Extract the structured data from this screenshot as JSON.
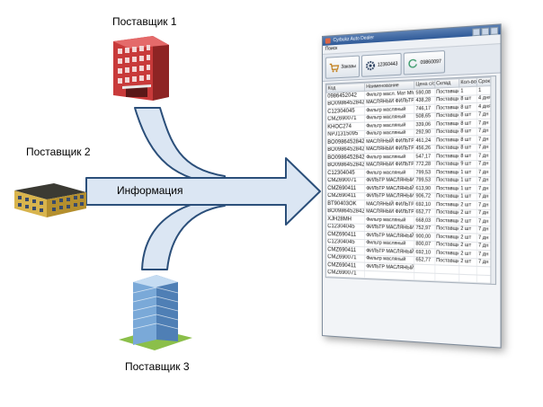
{
  "suppliers": {
    "s1": "Поставщик 1",
    "s2": "Поставщик 2",
    "s3": "Поставщик 3"
  },
  "arrow_label": "Информация",
  "colors": {
    "arrow_fill": "#dbe6f3",
    "arrow_stroke": "#2b4f7a",
    "brick": "#c83a3a",
    "house": "#c9a84a",
    "office": "#6f9fd2",
    "window_title": "#2f5a98"
  },
  "app": {
    "title": "Cyrbukz Auto Dealer",
    "menu": "Поиск",
    "toolbar": [
      {
        "label": "Заказы",
        "icon": "cart-icon"
      },
      {
        "label": "12360443",
        "icon": "gear-icon"
      },
      {
        "label": "09860097",
        "icon": "refresh-icon"
      }
    ],
    "columns": [
      "Код",
      "Наименование",
      "Цена с/с",
      "Склад",
      "Кол-во",
      "Срок п."
    ],
    "rows": [
      [
        "0986452042",
        "Фильтр масл. Мат Мfu",
        "590,08",
        "Поставщик 1",
        "1",
        "1"
      ],
      [
        "BO0986452842",
        "МАСЛЯНЫЙ ФИЛЬТР",
        "438,28",
        "Поставщик 1",
        "8 шт",
        "4 дня"
      ],
      [
        "C12304045",
        "Фильтр масляный",
        "746,17",
        "Поставщик 2",
        "8 шт",
        "4 дня"
      ],
      [
        "CMZ690071",
        "Фильтр масляный",
        "508,65",
        "Поставщик 2",
        "8 шт",
        "7 дн"
      ],
      [
        "KHOC274",
        "Фильтр масляный",
        "339,06",
        "Поставщик 3",
        "8 шт",
        "7 дн"
      ],
      [
        "NPJ1315095",
        "Фильтр масляный",
        "292,90",
        "Поставщик 1",
        "8 шт",
        "7 дн"
      ],
      [
        "BO0986452842",
        "МАСЛЯНЫЙ ФИЛЬТР",
        "461,24",
        "Поставщик 3",
        "8 шт",
        "7 дн"
      ],
      [
        "BO0986452842",
        "МАСЛЯНЫЙ ФИЛЬТР",
        "456,26",
        "Поставщик 3",
        "8 шт",
        "7 дн"
      ],
      [
        "BO0986452842",
        "Фильтр масляный",
        "547,17",
        "Поставщик 3",
        "8 шт",
        "7 дн"
      ],
      [
        "BO0986452842",
        "МАСЛЯНЫЙ ФИЛЬТР",
        "772,28",
        "Поставщик 2",
        "9 шт",
        "7 дн"
      ],
      [
        "C12304045",
        "Фильтр масляный",
        "799,53",
        "Поставщик 2",
        "1 шт",
        "7 дн"
      ],
      [
        "CMZ690071",
        "ФИЛЬТР МАСЛЯНЫЙ",
        "799,53",
        "Поставщик 2",
        "1 шт",
        "7 дн"
      ],
      [
        "CMZ690411",
        "ФИЛЬТР МАСЛЯНЫЙ",
        "613,90",
        "Поставщик 2",
        "1 шт",
        "7 дн"
      ],
      [
        "CMZ690411",
        "ФИЛЬТР МАСЛЯНЫЙ",
        "906,72",
        "Поставщик 3",
        "1 шт",
        "7 дн"
      ],
      [
        "BT90403OK",
        "МАСЛЯНЫЙ ФИЛЬТР",
        "692,10",
        "Поставщик 3",
        "2 шт",
        "7 дн"
      ],
      [
        "BO0986452842",
        "МАСЛЯНЫЙ ФИЛЬТР",
        "652,77",
        "Поставщик 3",
        "2 шт",
        "7 дн"
      ],
      [
        "XJH28MH",
        "Фильтр масляный",
        "668,03",
        "Поставщик 3",
        "2 шт",
        "7 дн"
      ],
      [
        "C12304045",
        "ФИЛЬТР МАСЛЯНЫЙ",
        "752,97",
        "Поставщик 3",
        "2 шт",
        "7 дн"
      ],
      [
        "CMZ690411",
        "ФИЛЬТР МАСЛЯНЫЙ",
        "900,00",
        "Поставщик 3",
        "2 шт",
        "7 дн"
      ],
      [
        "C12304045",
        "Фильтр масляный",
        "800,07",
        "Поставщик 3",
        "2 шт",
        "7 дн"
      ],
      [
        "CMZ690411",
        "ФИЛЬТР МАСЛЯНЫЙ",
        "692,10",
        "Поставщик 3",
        "2 шт",
        "7 дн"
      ],
      [
        "CMZ690071",
        "Фильтр масляный",
        "652,77",
        "Поставщик 3",
        "2 шт",
        "7 дн"
      ],
      [
        "CMZ690411",
        "ФИЛЬТР МАСЛЯНЫЙ",
        "",
        "",
        "",
        ""
      ],
      [
        "CMZ690071",
        "",
        "",
        "",
        "",
        ""
      ]
    ]
  }
}
